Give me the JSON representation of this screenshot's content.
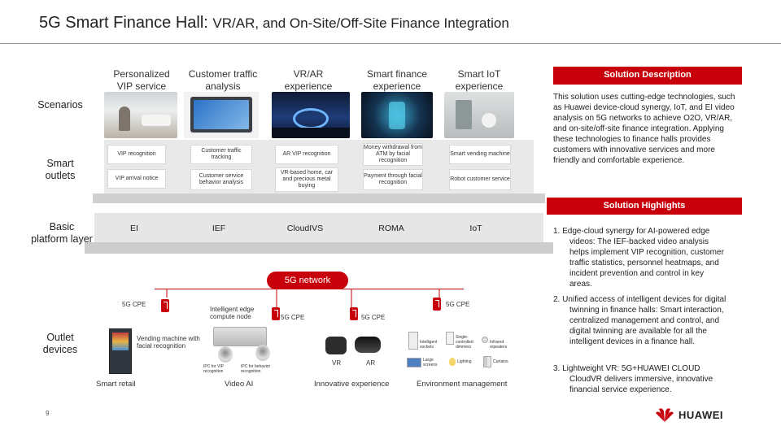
{
  "title": {
    "main": "5G Smart Finance Hall: ",
    "sub": "VR/AR, and On-Site/Off-Site Finance Integration"
  },
  "scenarios": {
    "label": "Scenarios",
    "columns": [
      "Personalized VIP service",
      "Customer traffic analysis",
      "VR/AR experience",
      "Smart finance experience",
      "Smart IoT experience"
    ]
  },
  "smart_outlets": {
    "label": "Smart outlets",
    "row1": [
      "VIP recognition",
      "Customer traffic tracking",
      "AR VIP recognition",
      "Money withdrawal from ATM by facial recognition",
      "Smart vending machine"
    ],
    "row2": [
      "VIP arrival notice",
      "Customer service behavior analysis",
      "VR-based home, car and precious metal buying",
      "Payment through facial recognition",
      "Robot customer service"
    ]
  },
  "basic_platform": {
    "label": "Basic platform layer",
    "items": [
      "EI",
      "IEF",
      "CloudIVS",
      "ROMA",
      "IoT"
    ]
  },
  "network": {
    "label": "5G network",
    "cpe_labels": [
      "5G CPE",
      "5G CPE",
      "5G CPE",
      "5G CPE"
    ],
    "edge_node": "Intelligent edge compute node"
  },
  "outlet_devices": {
    "label": "Outlet devices",
    "vending": "Vending machine with facial recognition",
    "ipc_vip": "IPC for VIP recognition",
    "ipc_behavior": "IPC for behavior recognition",
    "vr": "VR",
    "ar": "AR",
    "smart_sockets": "Intelligent sockets",
    "single_control": "Single-controlled dimmers",
    "infrared": "Infrared repeaters",
    "large_screens": "Large screens",
    "lighting": "Lighting",
    "curtains": "Curtains",
    "groups": [
      "Smart retail",
      "Video AI",
      "Innovative experience",
      "Environment management"
    ]
  },
  "solution_description": {
    "heading": "Solution Description",
    "text": "This solution uses cutting-edge technologies, such as Huawei device-cloud synergy, IoT, and EI video analysis on 5G networks to achieve O2O, VR/AR, and on-site/off-site finance integration. Applying these technologies to finance halls provides customers with innovative services and more friendly and comfortable experience."
  },
  "solution_highlights": {
    "heading": "Solution Highlights",
    "items": [
      "1.  Edge-cloud synergy for AI-powered edge videos: The IEF-backed video analysis helps implement VIP recognition, customer traffic statistics, personnel heatmaps, and incident prevention and control in key areas.",
      "2.  Unified access of intelligent devices for digital twinning in finance halls: Smart interaction, centralized management and control, and digital twinning are available for all the intelligent devices in a finance hall.",
      "3.  Lightweight VR: 5G+HUAWEI CLOUD CloudVR delivers immersive, innovative financial service experience."
    ]
  },
  "footer": {
    "page_number": "9",
    "brand": "HUAWEI"
  },
  "colors": {
    "accent": "#c7000b"
  }
}
